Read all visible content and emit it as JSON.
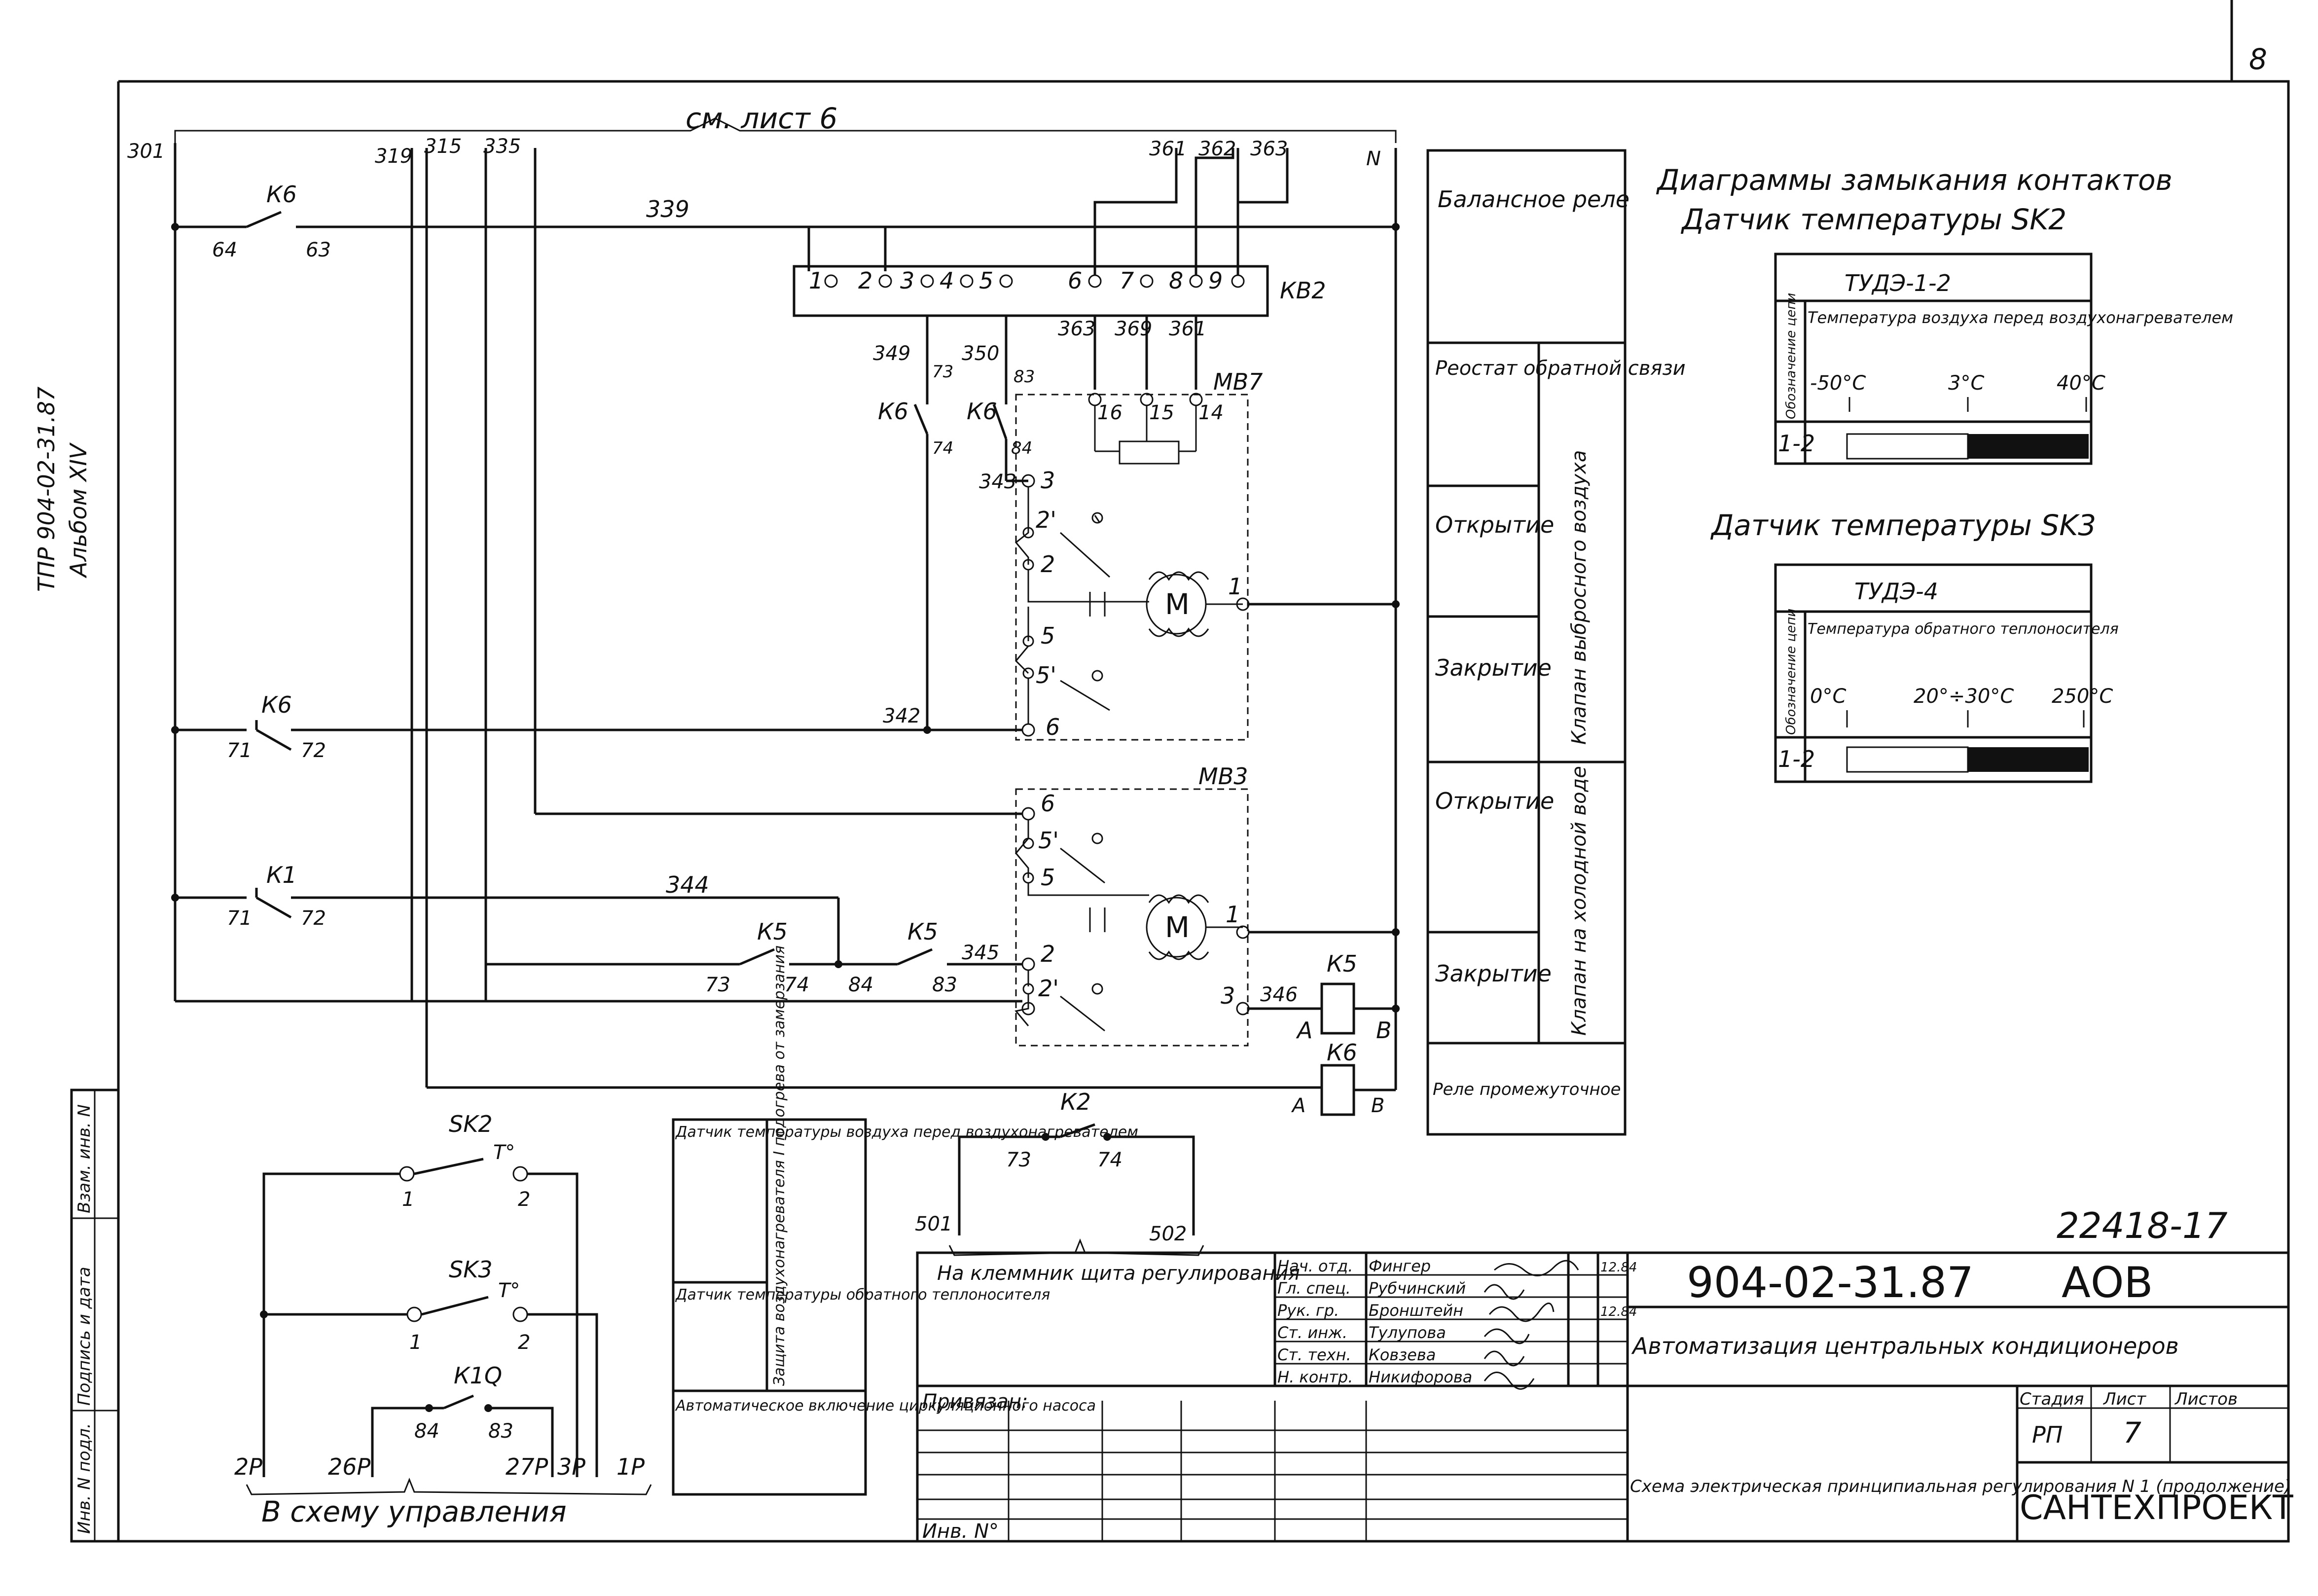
{
  "sheet": {
    "page_number": "8",
    "album_code": "ТПР 904-02-31.87",
    "album_no": "Альбом XIV",
    "see_sheet": "см. лист 6",
    "inventory_no": "22418-17"
  },
  "title_block": {
    "designation": "904-02-31.87",
    "mark": "АОВ",
    "project_title": "Автоматизация центральных кондиционеров",
    "sheet_title": "Схема электрическая принципиальная регулирования N 1 (продолжение)",
    "stage_header": "Стадия",
    "sheet_header": "Лист",
    "sheets_header": "Листов",
    "stage": "РП",
    "sheet_no": "7",
    "organization": "САНТЕХПРОЕКТ",
    "attached": "Привязан:",
    "inv_no": "Инв. N°",
    "staff": [
      {
        "role": "Нач. отд.",
        "name": "Фингер",
        "date": "12.84"
      },
      {
        "role": "Гл. спец.",
        "name": "Рубчинский",
        "date": ""
      },
      {
        "role": "Рук. гр.",
        "name": "Бронштейн",
        "date": "12.84"
      },
      {
        "role": "Ст. инж.",
        "name": "Тулупова",
        "date": ""
      },
      {
        "role": "Ст. техн.",
        "name": "Ковзева",
        "date": ""
      },
      {
        "role": "Н. контр.",
        "name": "Никифорова",
        "date": ""
      }
    ],
    "side_stamps": [
      "Инв. N подл.",
      "Подпись и дата",
      "Взам. инв. N"
    ]
  },
  "legend": {
    "balance_relay": "Балансное реле",
    "rheostat": "Реостат обратной связи",
    "open": "Открытие",
    "close": "Закрытие",
    "valve_exhaust": "Клапан выбросного воздуха",
    "valve_cold_water": "Клапан на холодной воде",
    "intermediate_relay": "Реле промежуточное"
  },
  "contact_diagrams": {
    "title": "Диаграммы замыкания контактов",
    "sk2_title": "Датчик температуры SK2",
    "sk2_device": "ТУДЭ-1-2",
    "sk2_desc": "Температура воздуха перед воздухонагревателем",
    "sk2_ticks": [
      "-50°С",
      "3°С",
      "40°С"
    ],
    "sk3_title": "Датчик температуры SK3",
    "sk3_device": "ТУДЭ-4",
    "sk3_desc": "Температура обратного теплоносителя",
    "sk3_ticks": [
      "0°С",
      "20°÷30°С",
      "250°С"
    ],
    "circuit_header": "Обозначение цепи",
    "circuit": "1-2"
  },
  "bottom": {
    "sk2_desc": "Датчик температуры воздуха перед воздухонагревателем",
    "sk3_desc": "Датчик температуры обратного теплоносителя",
    "protection": "Защита воздухонагревателя I подогрева от замерзания",
    "pump": "Автоматическое включение циркуляционного насоса",
    "to_control": "В схему управления",
    "to_terminal": "На клеммник щита регулирования"
  },
  "labels": {
    "k6": "К6",
    "k1": "К1",
    "k5": "К5",
    "k2": "К2",
    "kb2": "КВ2",
    "mb7": "МВ7",
    "mb3": "МВ3",
    "sk2": "SK2",
    "sk3": "SK3",
    "k1q": "К1Q",
    "n": "N",
    "m": "M",
    "A": "А",
    "B": "В",
    "T": "Т°",
    "w301": "301",
    "w319": "319",
    "w315": "315",
    "w335": "335",
    "w361": "361",
    "w362": "362",
    "w363": "363",
    "w339": "339",
    "w349": "349",
    "w350": "350",
    "w363b": "363",
    "w369": "369",
    "w361b": "361",
    "w343": "343",
    "w342": "342",
    "w344": "344",
    "w345": "345",
    "w346": "346",
    "n64": "64",
    "n63": "63",
    "n73": "73",
    "n74": "74",
    "n83": "83",
    "n84": "84",
    "n71": "71",
    "n72": "72",
    "n501": "501",
    "n502": "502",
    "t1": "1",
    "t2": "2",
    "t3": "3",
    "t4": "4",
    "t5": "5",
    "t6": "6",
    "t7": "7",
    "t8": "8",
    "t9": "9",
    "t14": "14",
    "t15": "15",
    "t16": "16",
    "t2p": "2'",
    "t5p": "5'",
    "r2": "2Р",
    "r26": "26Р",
    "r27": "27Р",
    "r3": "3Р",
    "r1": "1Р"
  }
}
